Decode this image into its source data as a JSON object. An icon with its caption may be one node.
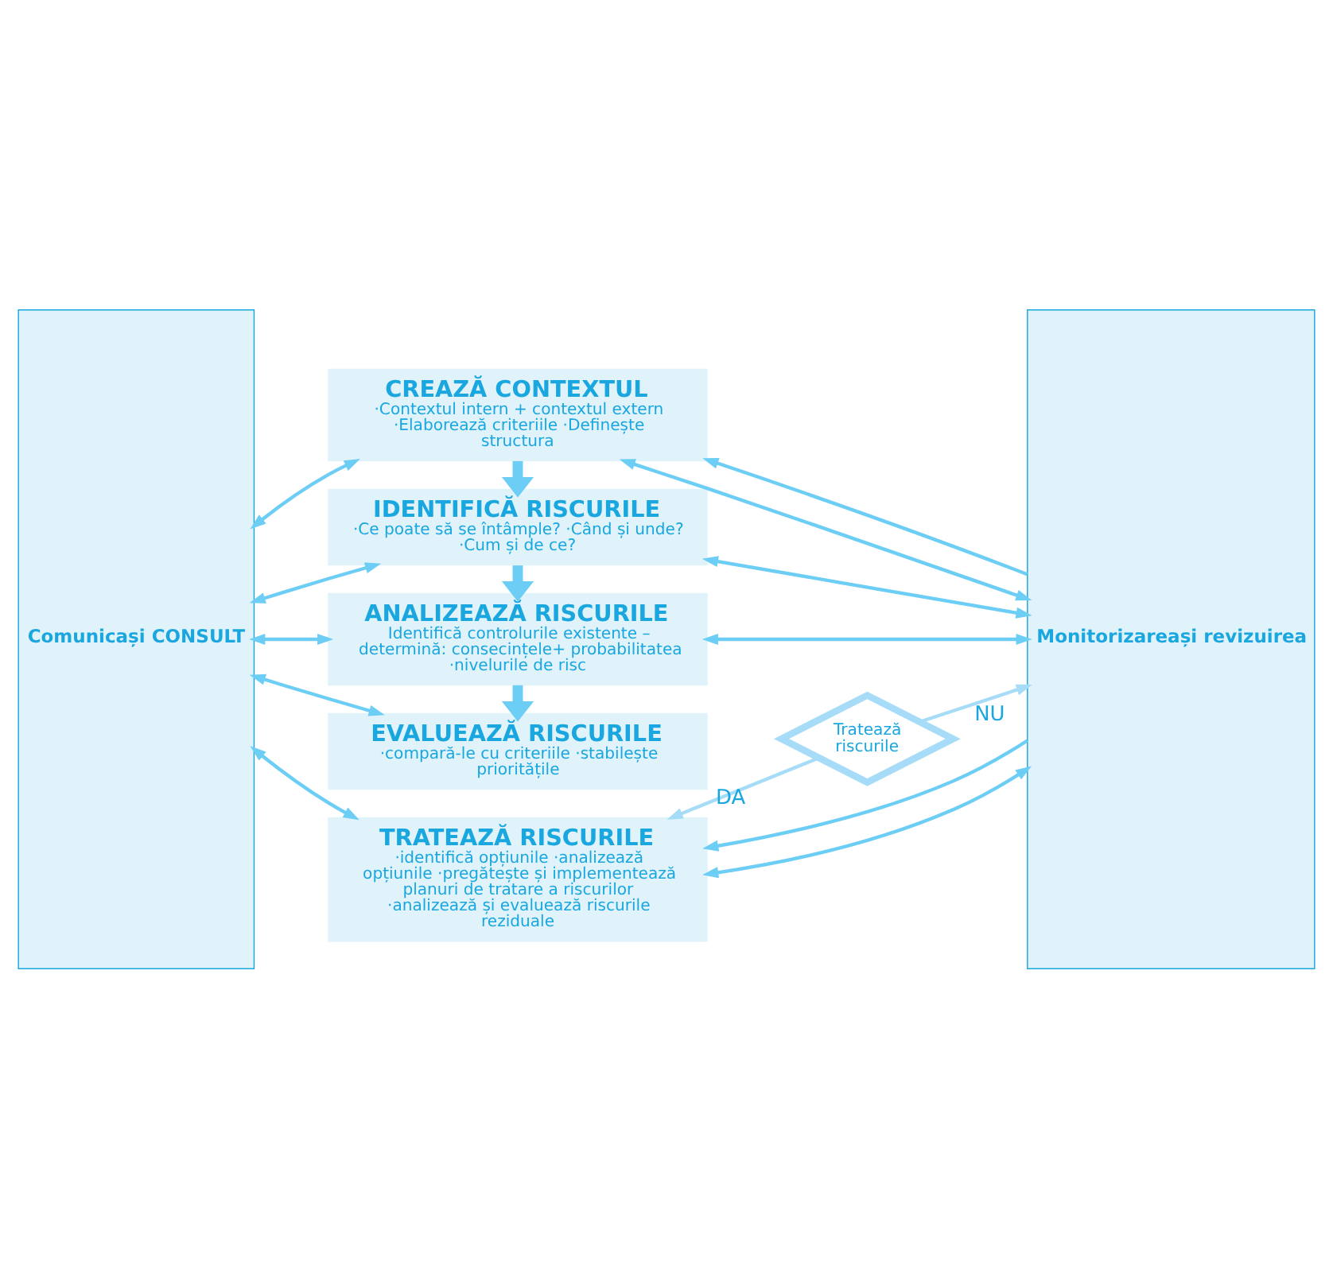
{
  "diagram": {
    "nodes": [
      {
        "text": [
          "Comunicași CONSULT"
        ]
      },
      {
        "text": [
          "CREAZĂ CONTEXTUL",
          "·Contextul intern + contextul extern ·Elaborează criteriile ·Definește structura"
        ]
      },
      {
        "text": [
          "IDENTIFICĂ RISCURILE",
          "·Ce poate să se întâmple? ·Când și unde? ·Cum și de ce?"
        ]
      },
      {
        "text": [
          "ANALIZEAZĂ RISCURILE",
          "Identifică controlurile existente – determină: consecințele+ probabilitatea ·nivelurile de risc"
        ]
      },
      {
        "text": [
          "EVALUEAZĂ RISCURILE",
          "·compară-le cu criteriile ·stabilește prioritățile"
        ]
      },
      {
        "text": [
          "Tratează riscurile"
        ]
      },
      {
        "text": [
          "TRATEAZĂ RISCURILE",
          "·identifică opțiunile ·analizează opțiunile ·pregătește și implementează planuri de tratare a riscurilor ·analizează și evaluează riscurile reziduale"
        ]
      },
      {
        "text": [
          "Monitorizareași revizuirea"
        ]
      }
    ],
    "edges": [
      {
        "from": 0,
        "to": 1,
        "arrow": "both"
      },
      {
        "from": 1,
        "to": 7,
        "arrow": "both"
      },
      {
        "from": 1,
        "to": 2,
        "arrow": "to",
        "style": "thick"
      },
      {
        "from": 0,
        "to": 2,
        "arrow": "both"
      },
      {
        "from": 2,
        "to": 7,
        "arrow": "both"
      },
      {
        "from": 2,
        "to": 3,
        "arrow": "to",
        "style": "thick"
      },
      {
        "from": 0,
        "to": 3,
        "arrow": "both"
      },
      {
        "from": 3,
        "to": 7,
        "arrow": "both"
      },
      {
        "from": 3,
        "to": 4,
        "arrow": "to",
        "style": "thick"
      },
      {
        "from": 0,
        "to": 4,
        "arrow": "both"
      },
      {
        "from": 5,
        "to": 7,
        "arrow": "to",
        "label": "NU",
        "color": "#a6dcf7"
      },
      {
        "from": 5,
        "to": 6,
        "arrow": "to",
        "label": "DA",
        "color": "#a6dcf7"
      },
      {
        "from": 0,
        "to": 6,
        "arrow": "both"
      },
      {
        "from": 6,
        "to": 7,
        "arrow": "both"
      },
      {
        "from": 7,
        "to": 1,
        "arrow": "to"
      },
      {
        "from": 7,
        "to": 6,
        "arrow": "to"
      }
    ]
  }
}
